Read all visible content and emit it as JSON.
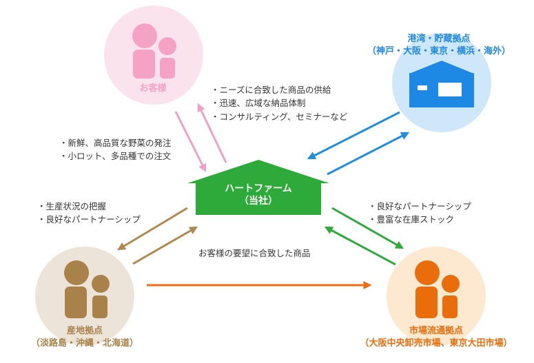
{
  "colors": {
    "customer": "#f5a3c5",
    "customer_bg": "#fbe3ee",
    "port": "#1e88e5",
    "port_bg": "#cfe7fb",
    "market": "#ea6d0c",
    "market_bg": "#fde9cf",
    "producer": "#a9824a",
    "producer_bg": "#ece4d8",
    "hub": "#2eaa3a",
    "arrow_pink": "#f0a0c4",
    "arrow_blue": "#1e8ee0",
    "arrow_green": "#2eaa3a",
    "arrow_brown": "#b0894f",
    "arrow_orange": "#ee6b10"
  },
  "nodes": {
    "customer": {
      "label": "お客様",
      "icon": "people-icon"
    },
    "port": {
      "label_line1": "港湾・貯蔵拠点",
      "label_line2": "（神戸・大阪・東京・横浜・海外）",
      "icon": "warehouse-icon"
    },
    "market": {
      "label_line1": "市場流通拠点",
      "label_line2": "（大阪中央卸売市場、東京大田市場）",
      "icon": "people-icon"
    },
    "producer": {
      "label_line1": "産地拠点",
      "label_line2": "（淡路島・沖縄・北海道）",
      "icon": "people-icon"
    },
    "hub": {
      "label_line1": "ハートファーム",
      "label_line2": "（当社）",
      "icon": "house-shape"
    }
  },
  "notes": {
    "supply": [
      "・ニーズに合致した商品の供給",
      "・迅速、広域な納品体制",
      "・コンサルティング、セミナーなど"
    ],
    "orders": [
      "・新鮮、高品質な野菜の発注",
      "・小ロット、多品種での注文"
    ],
    "producer": [
      "・生産状況の把握",
      "・良好なパートナーシップ"
    ],
    "market": [
      "・良好なパートナーシップ",
      "・豊富な在庫ストック"
    ],
    "flow": "お客様の要望に合致した商品"
  }
}
